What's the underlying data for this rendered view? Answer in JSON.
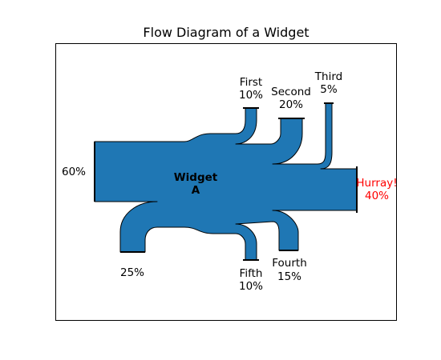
{
  "title": "Flow Diagram of a Widget",
  "center_label": {
    "line1": "Widget",
    "line2": "A"
  },
  "colors": {
    "fill": "#1f77b4",
    "stroke": "#000000",
    "highlight": "#ff0000"
  },
  "chart_data": {
    "type": "sankey",
    "title": "Flow Diagram of a Widget",
    "node": "Widget A",
    "flows": [
      {
        "id": "input_left",
        "direction": "in",
        "name": "",
        "value_label": "60%"
      },
      {
        "id": "input_bottom",
        "direction": "in",
        "name": "",
        "value_label": "25%"
      },
      {
        "id": "first",
        "direction": "out",
        "name": "First",
        "value_label": "10%"
      },
      {
        "id": "second",
        "direction": "out",
        "name": "Second",
        "value_label": "20%"
      },
      {
        "id": "third",
        "direction": "out",
        "name": "Third",
        "value_label": "5%"
      },
      {
        "id": "hurray",
        "direction": "out",
        "name": "Hurray!",
        "value_label": "40%",
        "color": "#ff0000"
      },
      {
        "id": "fourth",
        "direction": "out",
        "name": "Fourth",
        "value_label": "15%"
      },
      {
        "id": "fifth",
        "direction": "out",
        "name": "Fifth",
        "value_label": "10%"
      }
    ]
  }
}
